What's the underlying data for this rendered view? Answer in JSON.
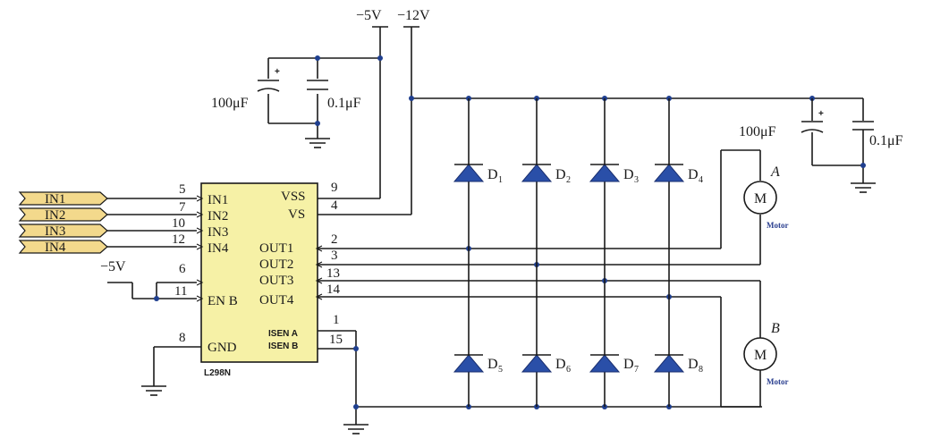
{
  "supplies": {
    "neg5_top": "−5V",
    "neg12_top": "−12V",
    "neg5_en": "−5V"
  },
  "capacitors": {
    "left_electrolytic": "100μF",
    "left_ceramic": "0.1μF",
    "right_electrolytic": "100μF",
    "right_ceramic": "0.1μF",
    "plus": "+"
  },
  "inputs": [
    "IN1",
    "IN2",
    "IN3",
    "IN4"
  ],
  "chip": {
    "name": "L298N",
    "left_pins": [
      {
        "num": "5",
        "label": "IN1"
      },
      {
        "num": "7",
        "label": "IN2"
      },
      {
        "num": "10",
        "label": "IN3"
      },
      {
        "num": "12",
        "label": "IN4"
      },
      {
        "num": "6",
        "label": ""
      },
      {
        "num": "11",
        "label": "EN B"
      },
      {
        "num": "8",
        "label": "GND"
      }
    ],
    "right_pins": [
      {
        "num": "9",
        "label": "VSS"
      },
      {
        "num": "4",
        "label": "VS"
      },
      {
        "num": "2",
        "label": "OUT1"
      },
      {
        "num": "3",
        "label": "OUT2"
      },
      {
        "num": "13",
        "label": "OUT3"
      },
      {
        "num": "14",
        "label": "OUT4"
      },
      {
        "num": "1",
        "label": "ISEN A"
      },
      {
        "num": "15",
        "label": "ISEN B"
      }
    ]
  },
  "diodes": {
    "top": [
      {
        "name": "D",
        "sub": "1"
      },
      {
        "name": "D",
        "sub": "2"
      },
      {
        "name": "D",
        "sub": "3"
      },
      {
        "name": "D",
        "sub": "4"
      }
    ],
    "bottom": [
      {
        "name": "D",
        "sub": "5"
      },
      {
        "name": "D",
        "sub": "6"
      },
      {
        "name": "D",
        "sub": "7"
      },
      {
        "name": "D",
        "sub": "8"
      }
    ]
  },
  "motors": [
    {
      "id": "A",
      "symbol": "M",
      "caption": "Motor"
    },
    {
      "id": "B",
      "symbol": "M",
      "caption": "Motor"
    }
  ]
}
